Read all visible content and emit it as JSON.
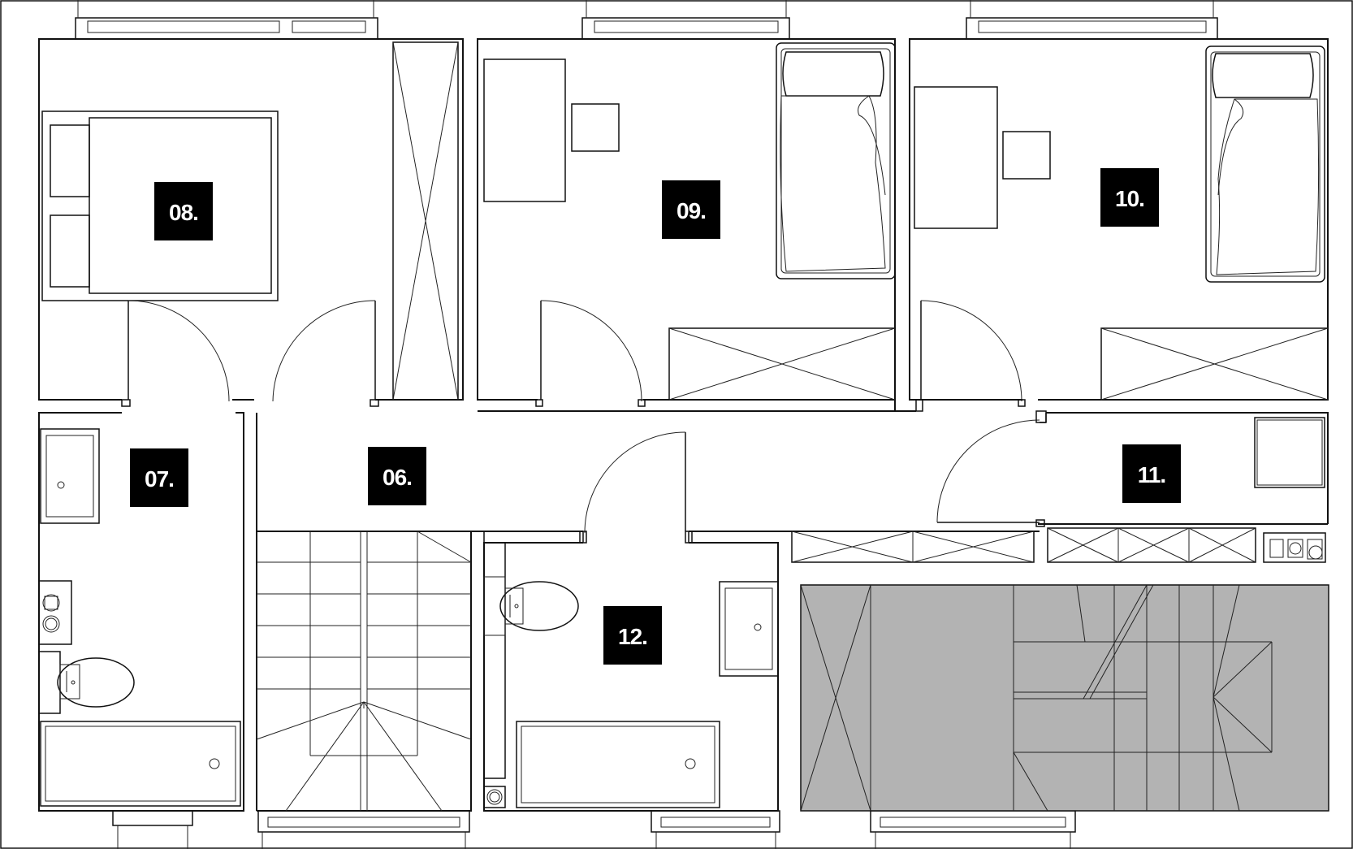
{
  "rooms": [
    {
      "id": "room-08",
      "label": "08."
    },
    {
      "id": "room-09",
      "label": "09."
    },
    {
      "id": "room-10",
      "label": "10."
    },
    {
      "id": "room-07",
      "label": "07."
    },
    {
      "id": "room-06",
      "label": "06."
    },
    {
      "id": "room-11",
      "label": "11."
    },
    {
      "id": "room-12",
      "label": "12."
    }
  ],
  "colors": {
    "wall": "#111111",
    "label_background": "#000000",
    "label_text": "#ffffff",
    "void_fill": "#b3b3b3"
  }
}
